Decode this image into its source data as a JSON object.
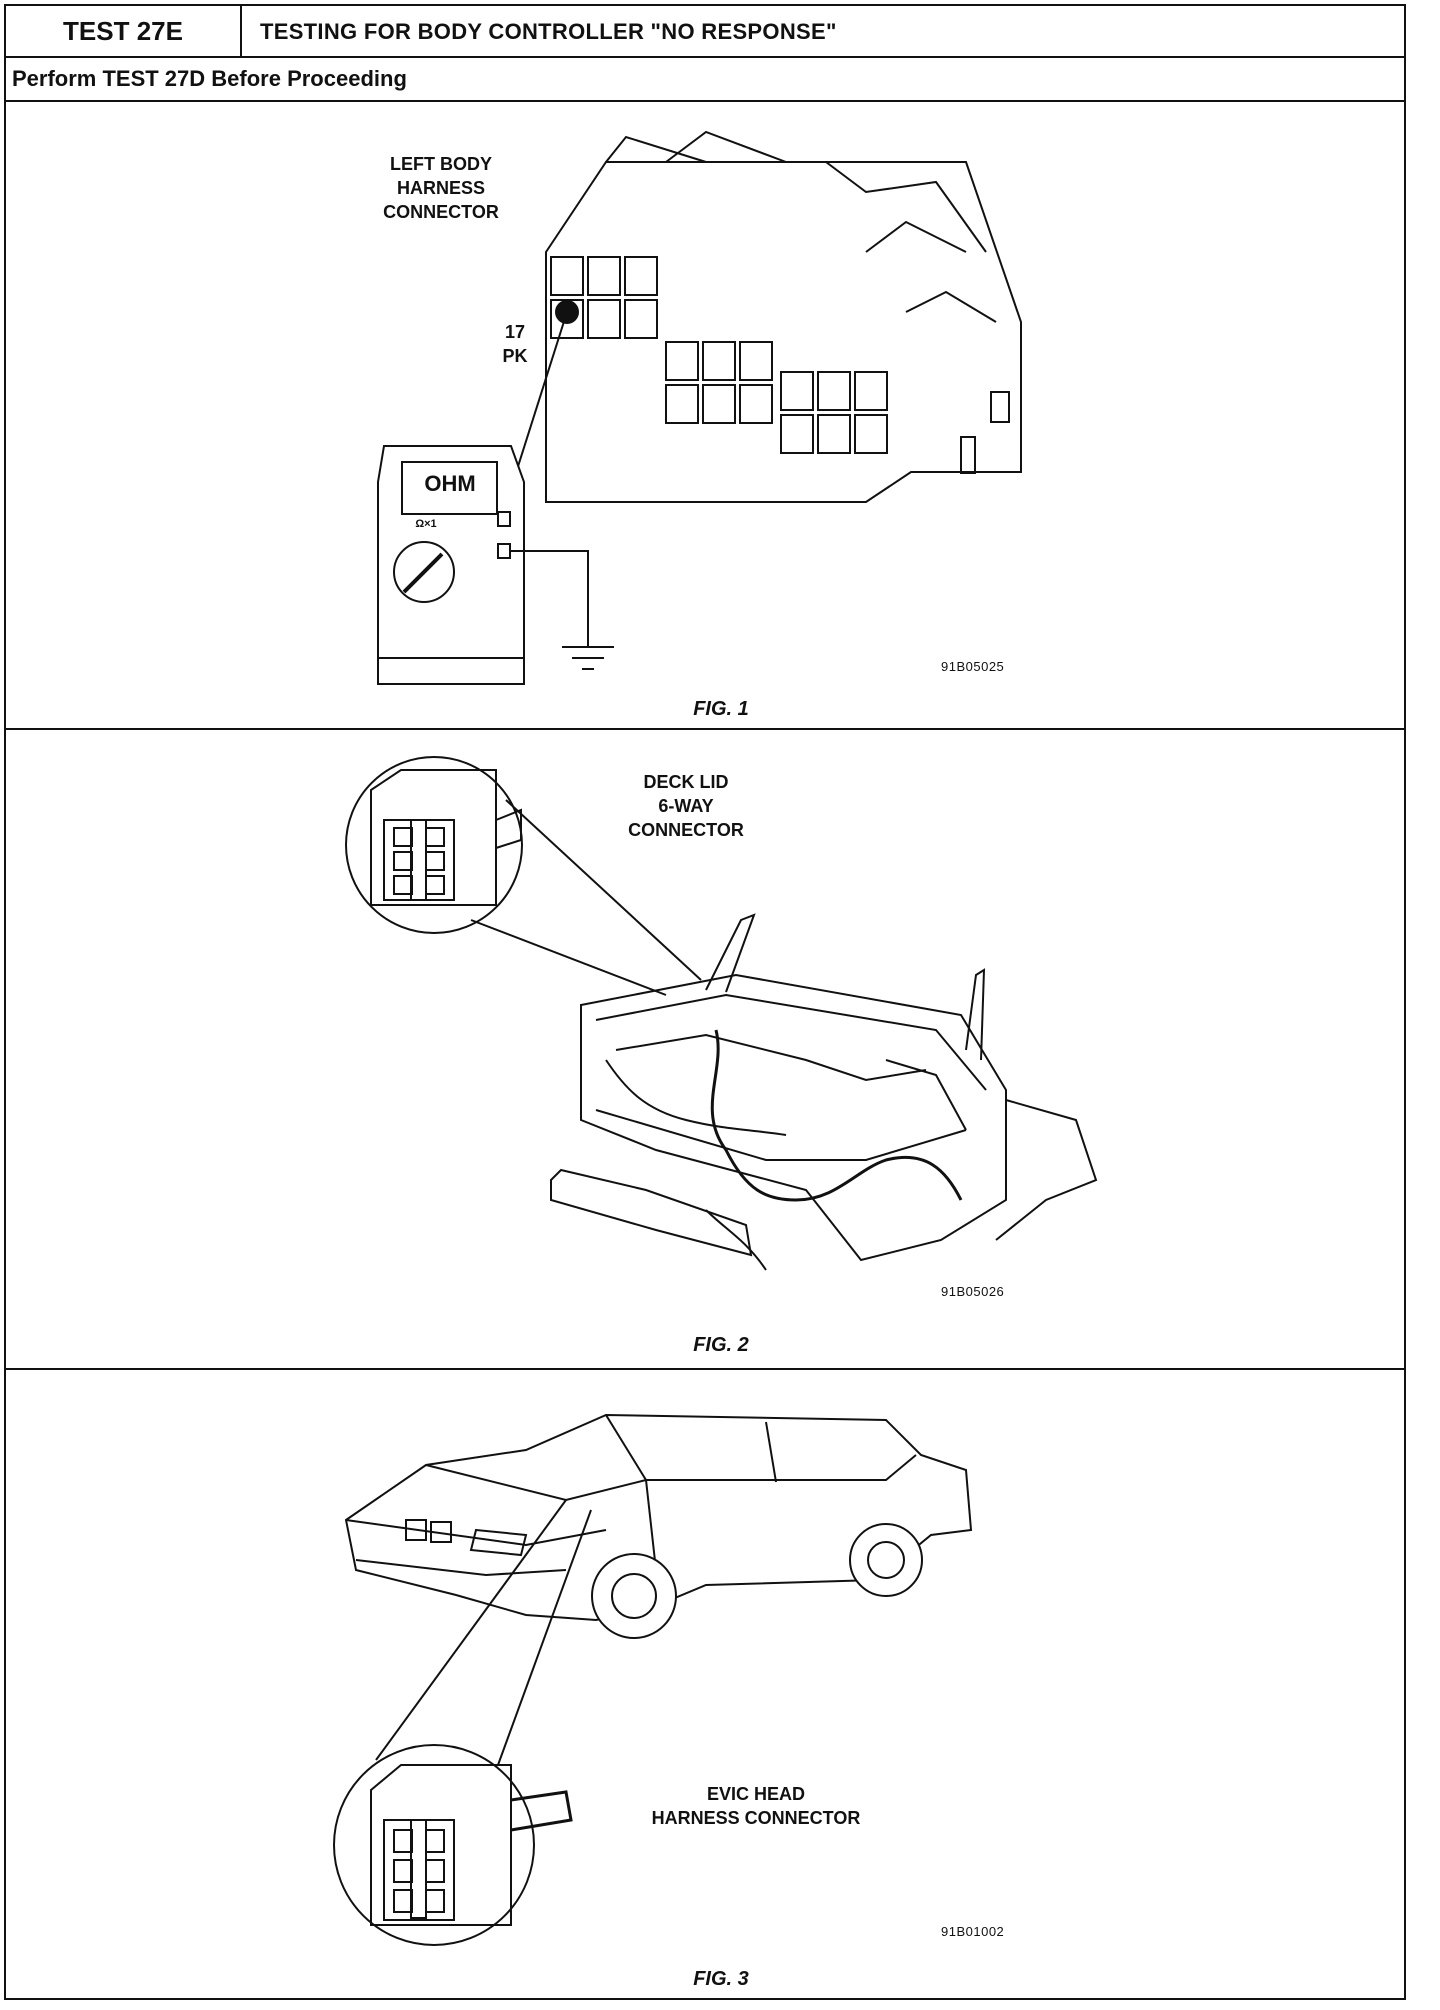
{
  "header": {
    "test_id": "TEST 27E",
    "title": "TESTING FOR BODY CONTROLLER \"NO RESPONSE\"",
    "prerequisite": "Perform TEST 27D Before Proceeding"
  },
  "figures": [
    {
      "caption": "FIG. 1",
      "ref": "91B05025",
      "labels": {
        "connector": "LEFT BODY\nHARNESS\nCONNECTOR",
        "wire": "17\nPK",
        "meter_display": "OHM",
        "meter_range": "Ω×1"
      }
    },
    {
      "caption": "FIG. 2",
      "ref": "91B05026",
      "labels": {
        "connector": "DECK LID\n6-WAY\nCONNECTOR"
      }
    },
    {
      "caption": "FIG. 3",
      "ref": "91B01002",
      "labels": {
        "connector": "EVIC HEAD\nHARNESS CONNECTOR"
      }
    }
  ],
  "colors": {
    "ink": "#111111",
    "paper": "#ffffff"
  }
}
